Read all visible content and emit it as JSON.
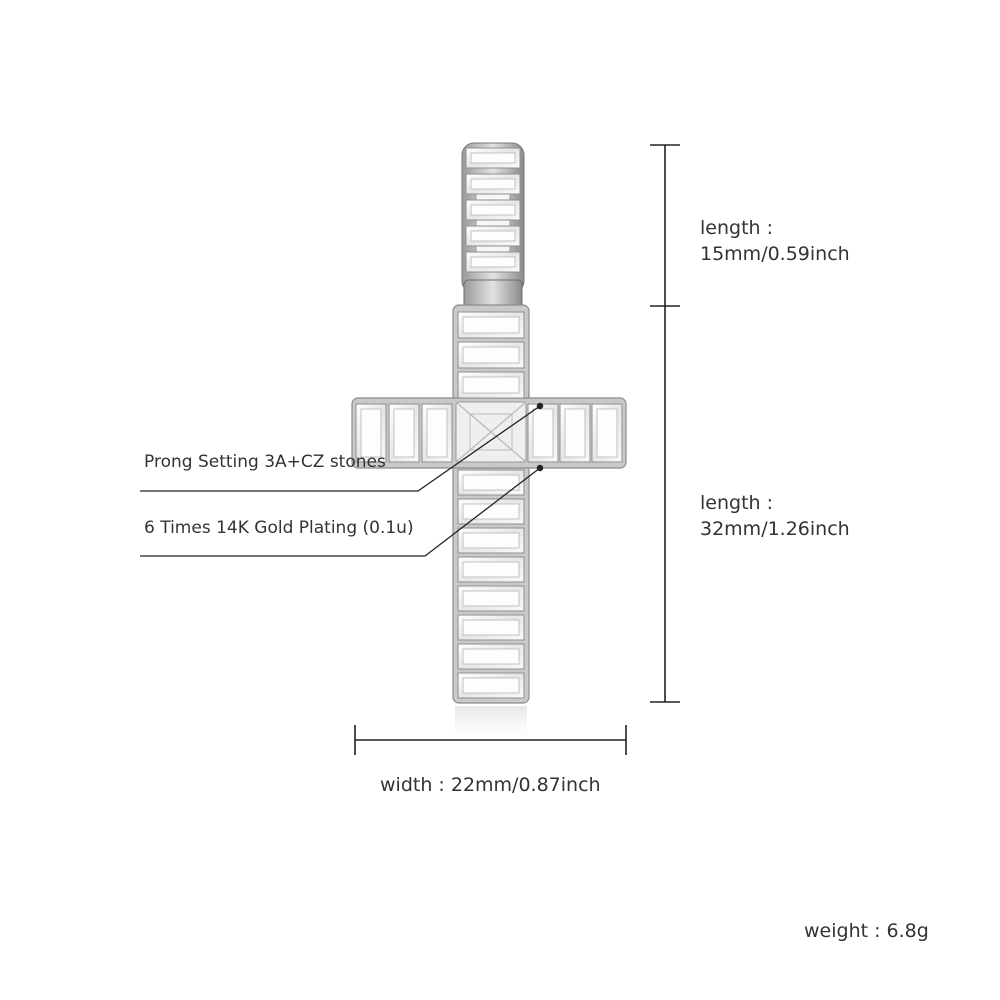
{
  "product": {
    "name": "baguette-cross-pendant",
    "metal_color": "#c8c8c8",
    "stone_color": "#f4f4f4"
  },
  "dimensions": {
    "bail": {
      "label": "length :",
      "value": "15mm/0.59inch"
    },
    "body": {
      "label": "length :",
      "value": "32mm/1.26inch"
    },
    "width": {
      "text": "width : 22mm/0.87inch"
    }
  },
  "callouts": [
    {
      "text": "Prong Setting 3A+CZ stones"
    },
    {
      "text": "6 Times 14K Gold Plating (0.1u)"
    }
  ],
  "weight": {
    "text": "weight : 6.8g"
  },
  "colors": {
    "line": "#222222",
    "text": "#333333",
    "background": "#ffffff"
  }
}
